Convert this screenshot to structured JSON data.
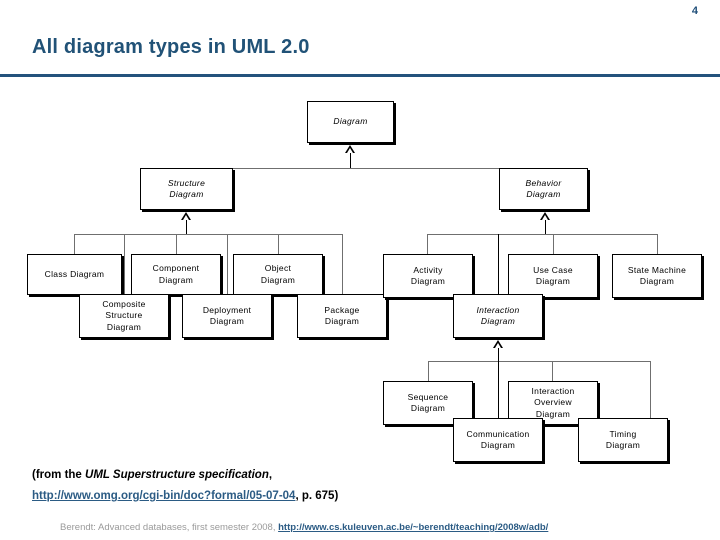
{
  "slide": {
    "number": "4",
    "title": "All diagram types in UML 2.0"
  },
  "diagram": {
    "type": "uml-class-hierarchy",
    "root": {
      "id": "diagram",
      "label": "Diagram",
      "abstract": true
    },
    "nodes": [
      {
        "id": "diagram",
        "label": "Diagram",
        "abstract": true,
        "level": 0,
        "parent": null
      },
      {
        "id": "structure-diagram",
        "label": "Structure\nDiagram",
        "abstract": true,
        "level": 1,
        "parent": "diagram"
      },
      {
        "id": "behavior-diagram",
        "label": "Behavior\nDiagram",
        "abstract": true,
        "level": 1,
        "parent": "diagram"
      },
      {
        "id": "class-diagram",
        "label": "Class Diagram",
        "abstract": false,
        "level": 2,
        "parent": "structure-diagram"
      },
      {
        "id": "component-diagram",
        "label": "Component\nDiagram",
        "abstract": false,
        "level": 2,
        "parent": "structure-diagram"
      },
      {
        "id": "object-diagram",
        "label": "Object\nDiagram",
        "abstract": false,
        "level": 2,
        "parent": "structure-diagram"
      },
      {
        "id": "composite-structure-diagram",
        "label": "Composite\nStructure\nDiagram",
        "abstract": false,
        "level": 2,
        "parent": "structure-diagram"
      },
      {
        "id": "deployment-diagram",
        "label": "Deployment\nDiagram",
        "abstract": false,
        "level": 2,
        "parent": "structure-diagram"
      },
      {
        "id": "package-diagram",
        "label": "Package\nDiagram",
        "abstract": false,
        "level": 2,
        "parent": "structure-diagram"
      },
      {
        "id": "activity-diagram",
        "label": "Activity\nDiagram",
        "abstract": false,
        "level": 2,
        "parent": "behavior-diagram"
      },
      {
        "id": "use-case-diagram",
        "label": "Use Case\nDiagram",
        "abstract": false,
        "level": 2,
        "parent": "behavior-diagram"
      },
      {
        "id": "state-machine-diagram",
        "label": "State Machine\nDiagram",
        "abstract": false,
        "level": 2,
        "parent": "behavior-diagram"
      },
      {
        "id": "interaction-diagram",
        "label": "Interaction\nDiagram",
        "abstract": true,
        "level": 2,
        "parent": "behavior-diagram"
      },
      {
        "id": "sequence-diagram",
        "label": "Sequence\nDiagram",
        "abstract": false,
        "level": 3,
        "parent": "interaction-diagram"
      },
      {
        "id": "interaction-overview-diagram",
        "label": "Interaction\nOverview\nDiagram",
        "abstract": false,
        "level": 3,
        "parent": "interaction-diagram"
      },
      {
        "id": "communication-diagram",
        "label": "Communication\nDiagram",
        "abstract": false,
        "level": 3,
        "parent": "interaction-diagram"
      },
      {
        "id": "timing-diagram",
        "label": "Timing\nDiagram",
        "abstract": false,
        "level": 3,
        "parent": "interaction-diagram"
      }
    ]
  },
  "citation": {
    "prefix": "(from the ",
    "work": "UML Superstructure specification",
    "comma": ",",
    "url": "http://www.omg.org/cgi-bin/doc?formal/05-07-04",
    "suffix": ", p. 675)"
  },
  "footer": {
    "text": "Berendt: Advanced databases, first semester 2008, ",
    "url": "http://www.cs.kuleuven.ac.be/~berendt/teaching/2008w/adb/"
  },
  "colors": {
    "title": "#215277",
    "rule": "#23527c",
    "slide_number": "#1f4e79",
    "link": "#2b5b84",
    "footer_text": "#9a9a9a",
    "node_border": "#000000",
    "connector": "#6f6f6f"
  }
}
